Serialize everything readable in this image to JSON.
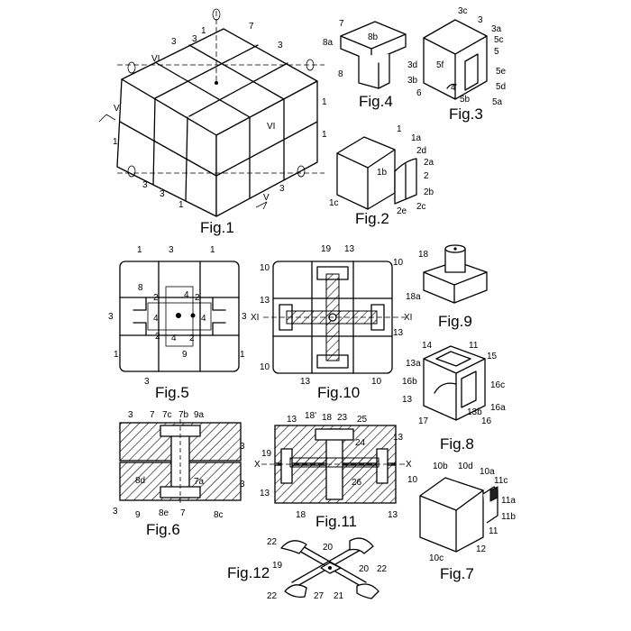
{
  "figures": {
    "fig1": {
      "caption": "Fig.1",
      "labels": [
        "1",
        "3",
        "7",
        "3",
        "3",
        "1",
        "1",
        "3",
        "3",
        "1",
        "1",
        "3",
        "V",
        "V",
        "VI",
        "VI"
      ]
    },
    "fig2": {
      "caption": "Fig.2",
      "labels": [
        "1",
        "1a",
        "2d",
        "2a",
        "2",
        "1b",
        "2b",
        "1c",
        "2e",
        "2c"
      ]
    },
    "fig3": {
      "caption": "Fig.3",
      "labels": [
        "3c",
        "3",
        "3a",
        "5c",
        "5",
        "5e",
        "5d",
        "5f",
        "3d",
        "3b",
        "6",
        "4",
        "5b",
        "5a"
      ]
    },
    "fig4": {
      "caption": "Fig.4",
      "labels": [
        "7",
        "8b",
        "8a",
        "8"
      ]
    },
    "fig5": {
      "caption": "Fig.5",
      "labels": [
        "1",
        "3",
        "1",
        "8",
        "3",
        "3",
        "1",
        "1",
        "3",
        "9",
        "2",
        "4",
        "2",
        "4",
        "4",
        "2",
        "4",
        "2"
      ]
    },
    "fig6": {
      "caption": "Fig.6",
      "labels": [
        "3",
        "7",
        "7c",
        "7b",
        "9a",
        "3",
        "3",
        "8d",
        "7a",
        "9",
        "8e",
        "7",
        "8c",
        "3"
      ]
    },
    "fig7": {
      "caption": "Fig.7",
      "labels": [
        "10b",
        "10d",
        "10a",
        "11c",
        "10",
        "11a",
        "11b",
        "11",
        "12",
        "10c"
      ]
    },
    "fig8": {
      "caption": "Fig.8",
      "labels": [
        "14",
        "11",
        "15",
        "13a",
        "16b",
        "16c",
        "13",
        "16a",
        "17",
        "13b",
        "16"
      ]
    },
    "fig9": {
      "caption": "Fig.9",
      "labels": [
        "18",
        "18a"
      ]
    },
    "fig10": {
      "caption": "Fig.10",
      "labels": [
        "10",
        "19",
        "13",
        "10",
        "13",
        "XI",
        "XI",
        "13",
        "10",
        "10",
        "13"
      ]
    },
    "fig11": {
      "caption": "Fig.11",
      "labels": [
        "13",
        "18'",
        "18",
        "23",
        "25",
        "13",
        "19",
        "24",
        "X",
        "X",
        "13",
        "26",
        "18",
        "13"
      ]
    },
    "fig12": {
      "caption": "Fig.12",
      "labels": [
        "22",
        "20",
        "19",
        "22",
        "27",
        "21",
        "20",
        "22"
      ]
    }
  }
}
